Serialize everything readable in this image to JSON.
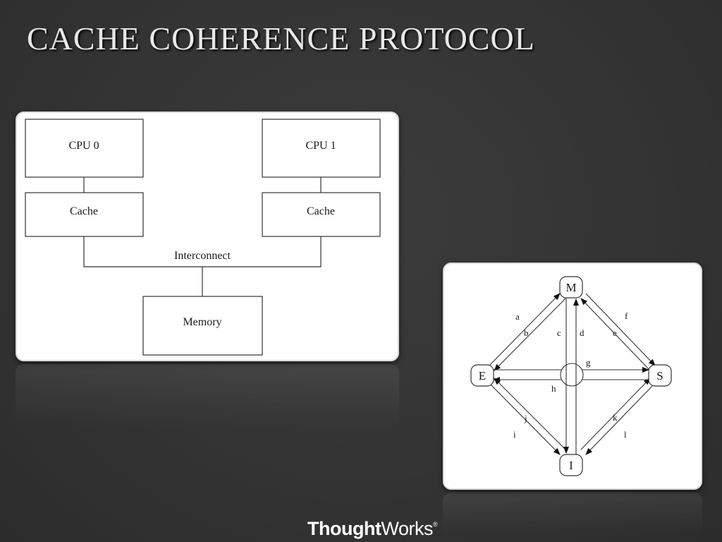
{
  "slide": {
    "title": "CACHE COHERENCE PROTOCOL"
  },
  "architecture": {
    "cpu0": "CPU 0",
    "cpu1": "CPU 1",
    "cache0": "Cache",
    "cache1": "Cache",
    "interconnect": "Interconnect",
    "memory": "Memory"
  },
  "state_diagram": {
    "states": {
      "m": "M",
      "e": "E",
      "s": "S",
      "i": "I"
    },
    "transitions": {
      "a": "a",
      "b": "b",
      "c": "c",
      "d": "d",
      "e": "e",
      "f": "f",
      "g": "g",
      "h": "h",
      "i": "i",
      "j": "j",
      "k": "k",
      "l": "l"
    }
  },
  "footer": {
    "logo_bold": "Thought",
    "logo_light": "Works",
    "logo_mark": "®"
  }
}
